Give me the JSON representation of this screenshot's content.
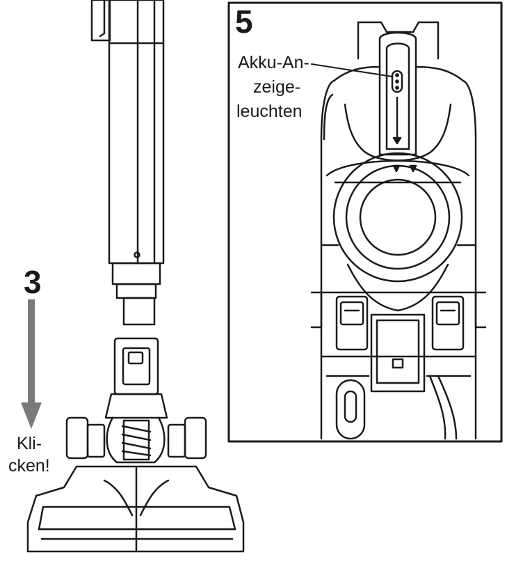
{
  "step_3": {
    "number": "3",
    "click_text_line1": "Kli-",
    "click_text_line2": "cken!"
  },
  "step_5": {
    "number": "5",
    "label_line1": "Akku-An-",
    "label_line2": "zeige-",
    "label_line3": "leuchten"
  },
  "colors": {
    "line": "#1a1a1a",
    "arrow": "#7a7a7a",
    "background": "#ffffff"
  }
}
